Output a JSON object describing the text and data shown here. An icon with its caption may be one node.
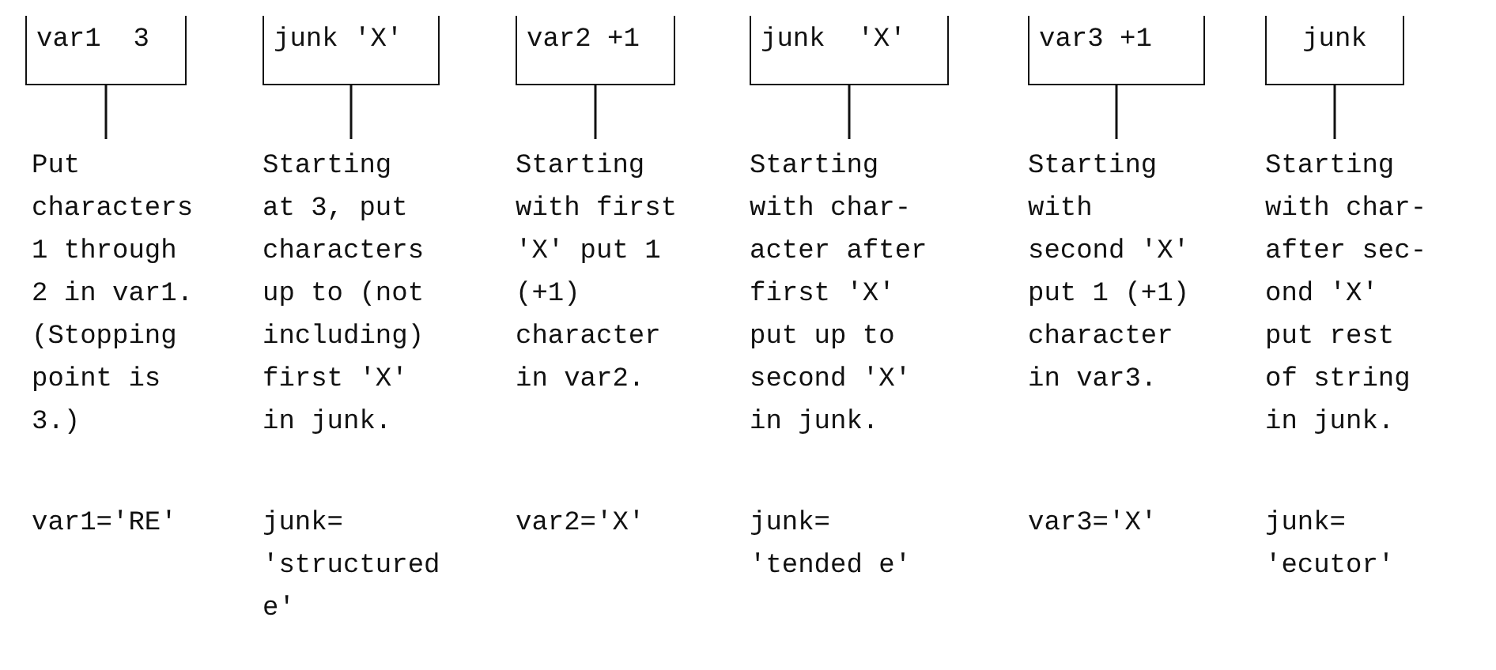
{
  "diagram": {
    "nodes": [
      {
        "text": [
          "var1  3"
        ]
      },
      {
        "text": [
          "junk 'X'"
        ]
      },
      {
        "text": [
          "var2 +1"
        ]
      },
      {
        "text": [
          "junk  'X'"
        ]
      },
      {
        "text": [
          "var3 +1"
        ]
      },
      {
        "text": [
          "junk"
        ]
      },
      {
        "text": [
          "Put characters 1 through 2 in var1. (Stopping point is 3.)"
        ]
      },
      {
        "text": [
          "Starting at 3, put characters up to (not including) first 'X' in junk."
        ]
      },
      {
        "text": [
          "Starting with first 'X' put 1 (+1) character in var2."
        ]
      },
      {
        "text": [
          "Starting with char- acter after first 'X' put up to second 'X' in junk."
        ]
      },
      {
        "text": [
          "Starting with second 'X' put 1 (+1) character in var3."
        ]
      },
      {
        "text": [
          "Starting with char- after sec- ond 'X' put rest of string in junk."
        ]
      }
    ],
    "edges": [
      {
        "from": 0,
        "to": 6,
        "arrow": "none"
      },
      {
        "from": 1,
        "to": 7,
        "arrow": "none"
      },
      {
        "from": 2,
        "to": 8,
        "arrow": "none"
      },
      {
        "from": 3,
        "to": 9,
        "arrow": "none"
      },
      {
        "from": 4,
        "to": 10,
        "arrow": "none"
      },
      {
        "from": 5,
        "to": 11,
        "arrow": "none"
      }
    ],
    "labels": [
      "var1='RE'",
      "junk= 'structured e'",
      "var2='X'",
      "junk= 'tended e'",
      "var3='X'",
      "junk= 'ecutor'"
    ]
  }
}
